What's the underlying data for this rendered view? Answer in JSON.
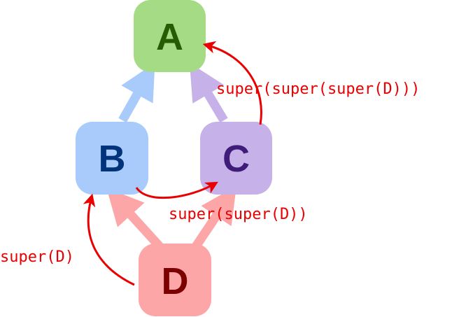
{
  "nodes": {
    "a": {
      "label": "A",
      "fill": "#a6db86",
      "text_color": "#265d02"
    },
    "b": {
      "label": "B",
      "fill": "#a8cbfb",
      "text_color": "#00337a"
    },
    "c": {
      "label": "C",
      "fill": "#c6b1e8",
      "text_color": "#3f1c79"
    },
    "d": {
      "label": "D",
      "fill": "#fda6a8",
      "text_color": "#7d0000"
    }
  },
  "inheritance_edges": [
    {
      "from": "b",
      "to": "a",
      "color": "#a8cbfb"
    },
    {
      "from": "c",
      "to": "a",
      "color": "#c6b1e8"
    },
    {
      "from": "d",
      "to": "b",
      "color": "#fda6a8"
    },
    {
      "from": "d",
      "to": "c",
      "color": "#fda6a8"
    }
  ],
  "mro_edges": {
    "color": "#ea0000",
    "d_to_b": {
      "label": "super(D)"
    },
    "b_to_c": {
      "label": "super(super(D))"
    },
    "c_to_a": {
      "label": "super(super(super(D)))"
    }
  }
}
